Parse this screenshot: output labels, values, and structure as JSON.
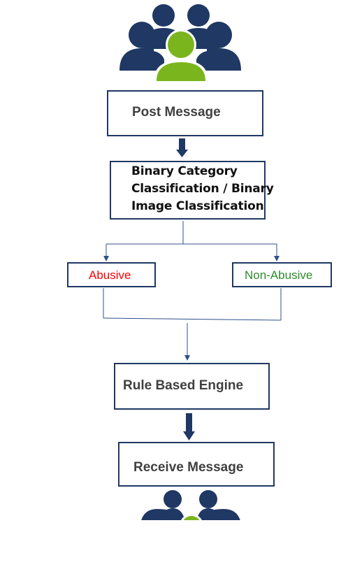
{
  "diagram": {
    "nodes": {
      "post_message": "Post Message",
      "classification": {
        "line1": "Binary Category",
        "line2": "Classification / Binary",
        "line3": "Image Classification"
      },
      "abusive": "Abusive",
      "non_abusive": "Non-Abusive",
      "rule_engine": "Rule Based Engine",
      "receive_message": "Receive Message"
    },
    "icons": {
      "top": "user-group-icon",
      "bottom": "user-group-icon"
    },
    "colors": {
      "border": "#1f3864",
      "user_navy": "#1f3864",
      "user_green": "#7ab51d",
      "abusive_text": "#ff0000",
      "non_abusive_text": "#2e8b2e",
      "connector": "#2f4f8f"
    }
  }
}
